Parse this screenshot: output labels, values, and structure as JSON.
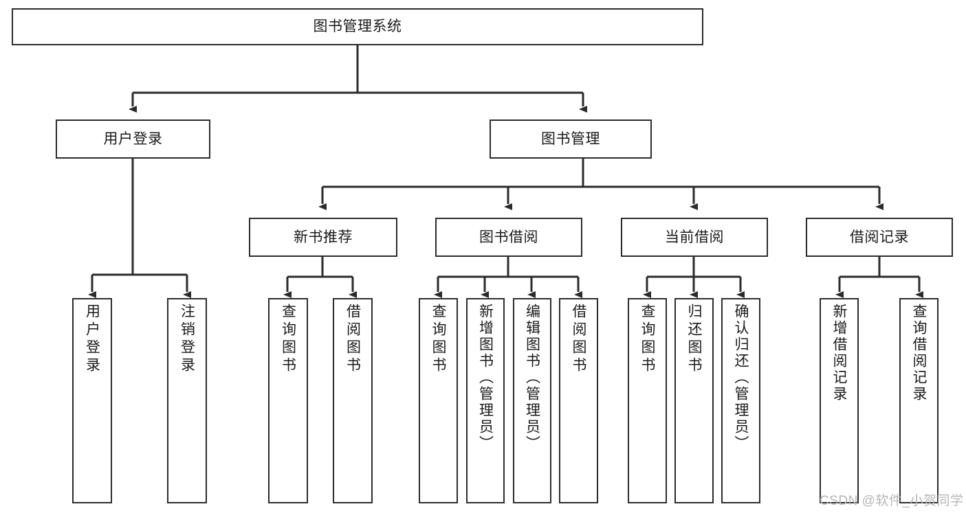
{
  "diagram": {
    "title": "图书管理系统",
    "type": "tree-structure-chart",
    "colors": {
      "stroke": "#2b2b2b",
      "fill": "#ffffff",
      "text": "#1a1a1a",
      "watermark": "#b6b6b6"
    },
    "nodes": {
      "root": {
        "label": "图书管理系统"
      },
      "level2": [
        {
          "id": "user-login",
          "label": "用户登录"
        },
        {
          "id": "book-manage",
          "label": "图书管理"
        }
      ],
      "level3": [
        {
          "id": "new-book-recommend",
          "label": "新书推荐"
        },
        {
          "id": "book-borrow",
          "label": "图书借阅"
        },
        {
          "id": "current-borrow",
          "label": "当前借阅"
        },
        {
          "id": "borrow-record",
          "label": "借阅记录"
        }
      ],
      "leaves": {
        "user-login": [
          {
            "id": "leaf-user-login",
            "label": "用户登录"
          },
          {
            "id": "leaf-logout",
            "label": "注销登录"
          }
        ],
        "new-book-recommend": [
          {
            "id": "leaf-query-book-1",
            "label": "查询图书"
          },
          {
            "id": "leaf-borrow-book-1",
            "label": "借阅图书"
          }
        ],
        "book-borrow": [
          {
            "id": "leaf-query-book-2",
            "label": "查询图书"
          },
          {
            "id": "leaf-add-book",
            "label": "新增图书（管理员）"
          },
          {
            "id": "leaf-edit-book",
            "label": "编辑图书（管理员）"
          },
          {
            "id": "leaf-borrow-book-2",
            "label": "借阅图书"
          }
        ],
        "current-borrow": [
          {
            "id": "leaf-query-book-3",
            "label": "查询图书"
          },
          {
            "id": "leaf-return-book",
            "label": "归还图书"
          },
          {
            "id": "leaf-confirm-return",
            "label": "确认归还（管理员）"
          }
        ],
        "borrow-record": [
          {
            "id": "leaf-add-record",
            "label": "新增借阅记录"
          },
          {
            "id": "leaf-query-record",
            "label": "查询借阅记录"
          }
        ]
      }
    },
    "watermark": "CSDN @软件_小贺同学"
  }
}
